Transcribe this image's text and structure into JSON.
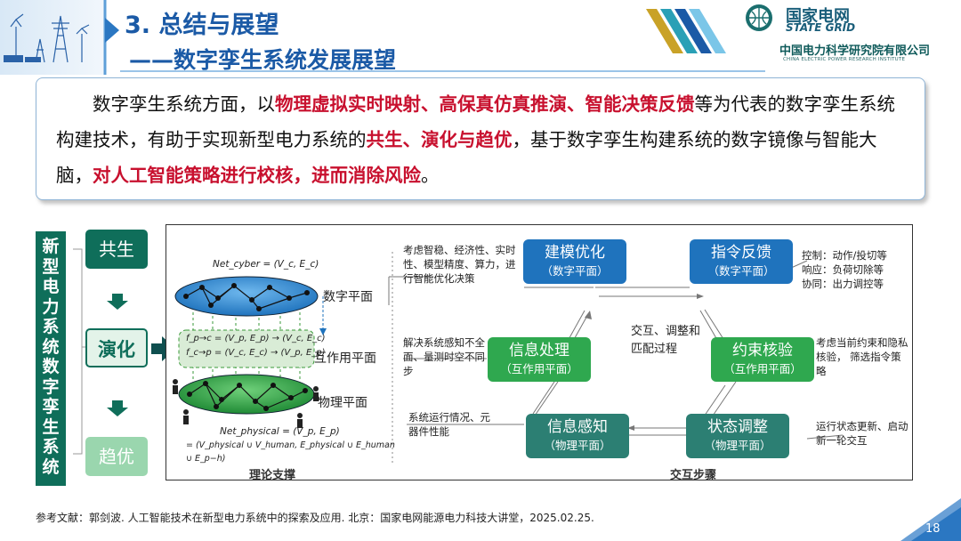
{
  "header": {
    "title": "3. 总结与展望",
    "subtitle": "——数字孪生系统发展展望",
    "logo_cn": "国家电网",
    "logo_en": "STATE GRID",
    "org_cn": "中国电力科学研究院有限公司",
    "org_en": "CHINA ELECTRIC POWER RESEARCH INSTITUTE"
  },
  "summary": {
    "s1": "数字孪生系统方面，以",
    "s2": "物理虚拟实时映射、高保真仿真推演、智能决策反馈",
    "s3": "等为代表的数字孪生系统构建技术，有助于实现新型电力系统的",
    "s4": "共生、演化与趋优",
    "s5": "，基于数字孪生构建系统的数字镜像与智能大脑，",
    "s6": "对人工智能策略进行校核，进而消除风险",
    "s7": "。"
  },
  "left": {
    "vertical_label": "新型电力系统数字孪生系统",
    "stage1": "共生",
    "stage2": "演化",
    "stage3": "趋优"
  },
  "theory": {
    "net_cyber": "Net_cyber = (V_c, E_c)",
    "f_p_to_c": "f_p→c = (V_p, E_p) → (V_c, E_c)",
    "f_c_to_p": "f_c→p = (V_c, E_c) → (V_p, E_p)",
    "net_physical": "Net_physical = (V_p, E_p)",
    "formula_l1": "= (V_physical ∪ V_human, E_physical ∪ E_human",
    "formula_l2": "∪ E_p−h)",
    "layer_digital": "数字平面",
    "layer_interaction": "互作用平面",
    "layer_physical": "物理平面",
    "caption": "理论支撑"
  },
  "interaction": {
    "caption": "交互步骤",
    "center": "交互、调整和匹配过程",
    "nodes": {
      "modeling": {
        "title": "建模优化",
        "sub": "（数字平面）"
      },
      "command": {
        "title": "指令反馈",
        "sub": "（数字平面）"
      },
      "info_process": {
        "title": "信息处理",
        "sub": "（互作用平面）"
      },
      "constraint": {
        "title": "约束核验",
        "sub": "（互作用平面）"
      },
      "info_sense": {
        "title": "信息感知",
        "sub": "（物理平面）"
      },
      "state_adjust": {
        "title": "状态调整",
        "sub": "（物理平面）"
      }
    },
    "notes": {
      "modeling": "考虑智稳、经济性、实时性、模型精度、算力，进行智能优化决策",
      "command_1": "控制：动作/投切等",
      "command_2": "响应：负荷切除等",
      "command_3": "协同：出力调控等",
      "info_process": "解决系统感知不全面、量测时空不同步",
      "constraint": "考虑当前约束和隐私核验， 筛选指令策略",
      "info_sense": "系统运行情况、元器件性能",
      "state_adjust": "运行状态更新、启动新一轮交互"
    }
  },
  "footer": {
    "reference": "参考文献：郭剑波. 人工智能技术在新型电力系统中的探索及应用. 北京：国家电网能源电力科技大讲堂，2025.02.25.",
    "page": "18"
  },
  "colors": {
    "title_blue": "#1b5aa6",
    "emphasis_red": "#c8102e",
    "dark_green": "#0f6e5a",
    "node_blue": "#1f73bd",
    "node_green": "#2fa84f",
    "node_teal": "#2c7f73"
  }
}
